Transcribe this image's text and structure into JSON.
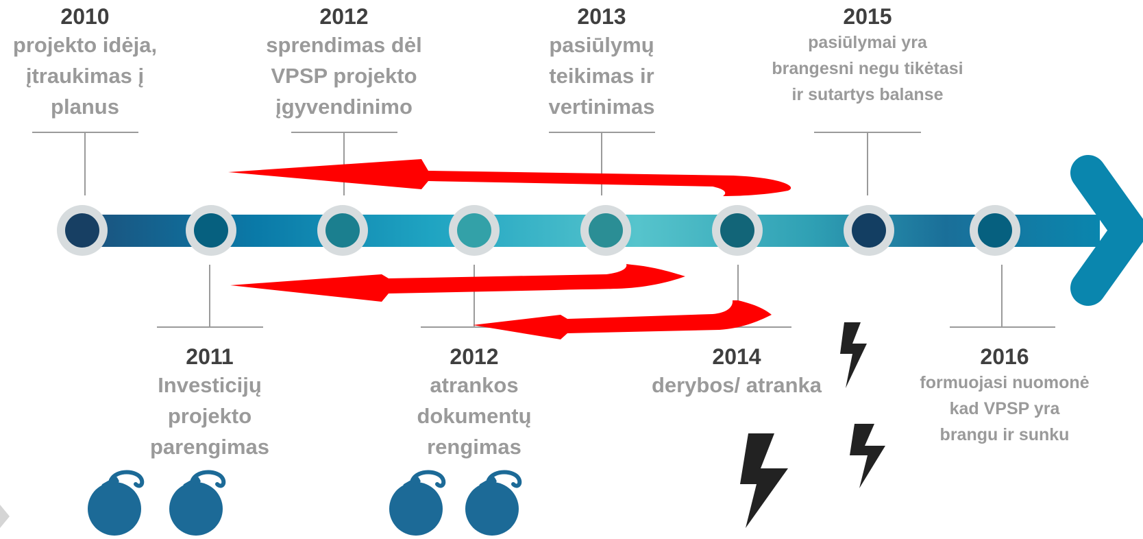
{
  "milestones_top": [
    {
      "year": "2010",
      "lines": [
        "projekto idėja,",
        "įtraukimas į",
        "planus"
      ]
    },
    {
      "year": "2012",
      "lines": [
        "sprendimas dėl",
        "VPSP projekto",
        "įgyvendinimo"
      ]
    },
    {
      "year": "2013",
      "lines": [
        "pasiūlymų",
        "teikimas ir",
        "vertinimas"
      ]
    },
    {
      "year": "2015",
      "lines": [
        "pasiūlymai yra",
        "brangesni negu tikėtasi",
        "ir sutartys balanse"
      ]
    }
  ],
  "milestones_bottom": [
    {
      "year": "2011",
      "lines": [
        "Investicijų",
        "projekto",
        "parengimas"
      ]
    },
    {
      "year": "2012",
      "lines": [
        "atrankos",
        "dokumentų",
        "rengimas"
      ]
    },
    {
      "year": "2014",
      "lines": [
        "derybos/ atranka"
      ]
    },
    {
      "year": "2016",
      "lines": [
        "formuojasi nuomonė",
        "kad VPSP yra",
        "brangu ir sunku"
      ]
    }
  ],
  "icons": {
    "bomb": "bomb-icon",
    "lightning": "lightning-icon",
    "return_arrow": "return-arrow-icon"
  },
  "colors": {
    "year_text": "#3f3f3f",
    "desc_text": "#9a9a9a",
    "return_arrows": "#ff0000",
    "bombs": "#1c6a97",
    "lightning": "#222222",
    "node_ring": "#d7dcde"
  }
}
